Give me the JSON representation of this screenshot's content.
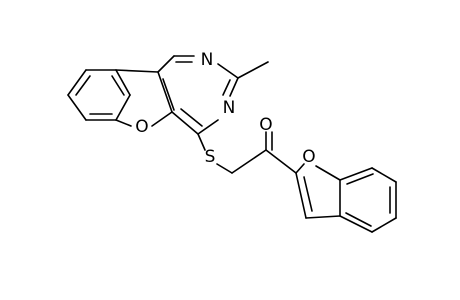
{
  "diagram": {
    "type": "chemical-structure",
    "colors": {
      "bond": "#000000",
      "label": "#000000",
      "background": "#ffffff"
    },
    "atoms": {
      "n_top": "N",
      "n_lower": "N",
      "o_furan_left": "O",
      "s_thioether": "S",
      "o_carbonyl": "O",
      "o_furan_right": "O"
    }
  }
}
